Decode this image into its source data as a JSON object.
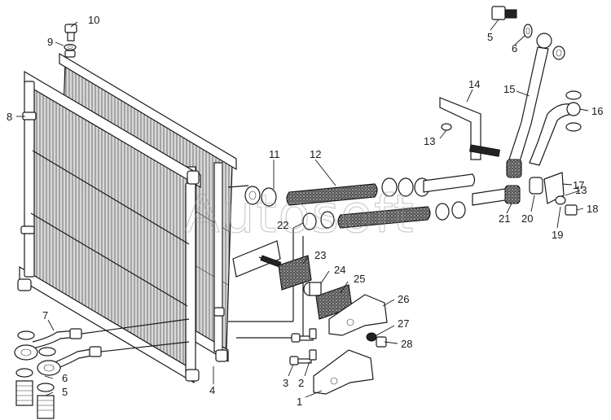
{
  "watermark": "Autosoft",
  "labels": {
    "l1": "1",
    "l2": "2",
    "l3": "3",
    "l4": "4",
    "l5_left": "5",
    "l5_top": "5",
    "l6_left": "6",
    "l6_top": "6",
    "l7": "7",
    "l8": "8",
    "l9": "9",
    "l10": "10",
    "l11": "11",
    "l12": "12",
    "l13_upper": "13",
    "l13_right": "13",
    "l14": "14",
    "l15": "15",
    "l16": "16",
    "l17": "17",
    "l18": "18",
    "l19": "19",
    "l20": "20",
    "l21": "21",
    "l22": "22",
    "l23": "23",
    "l24": "24",
    "l25": "25",
    "l26": "26",
    "l27": "27",
    "l28": "28"
  }
}
